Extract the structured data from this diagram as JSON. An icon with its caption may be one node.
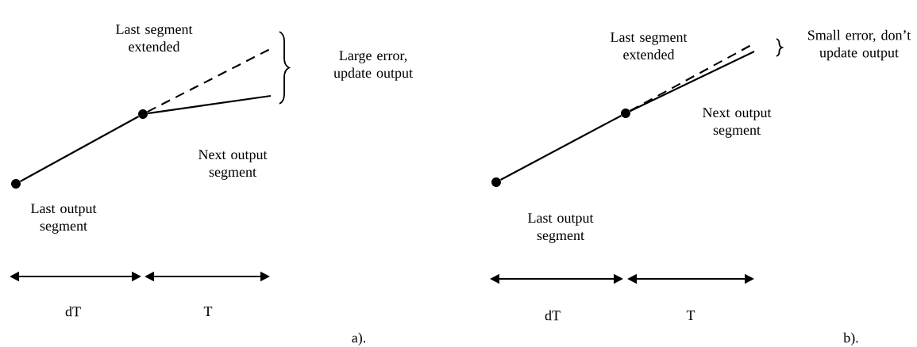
{
  "diagram": {
    "nodes": [
      {
        "text": [],
        "shape": "circle"
      },
      {
        "text": [],
        "shape": "circle"
      },
      {
        "text": [],
        "shape": "circle"
      },
      {
        "text": [],
        "shape": "circle"
      }
    ],
    "edges": [
      {
        "from": 0,
        "to": 1,
        "arrow": "none"
      },
      {
        "from": 1,
        "to": null,
        "arrow": "none",
        "style": "dashed"
      },
      {
        "from": 1,
        "to": null,
        "arrow": "none"
      },
      {
        "from": 2,
        "to": 3,
        "arrow": "none"
      },
      {
        "from": 3,
        "to": null,
        "arrow": "none",
        "style": "dashed"
      },
      {
        "from": 3,
        "to": null,
        "arrow": "none"
      }
    ],
    "labels": [
      "Last segment extended",
      "Large error, update output",
      "Next output segment",
      "Last output segment",
      "dT",
      "T",
      "a).",
      "Small error, don’t update output",
      "Last segment extended",
      "Next output segment",
      "Last output segment",
      "dT",
      "T",
      "b)."
    ]
  }
}
